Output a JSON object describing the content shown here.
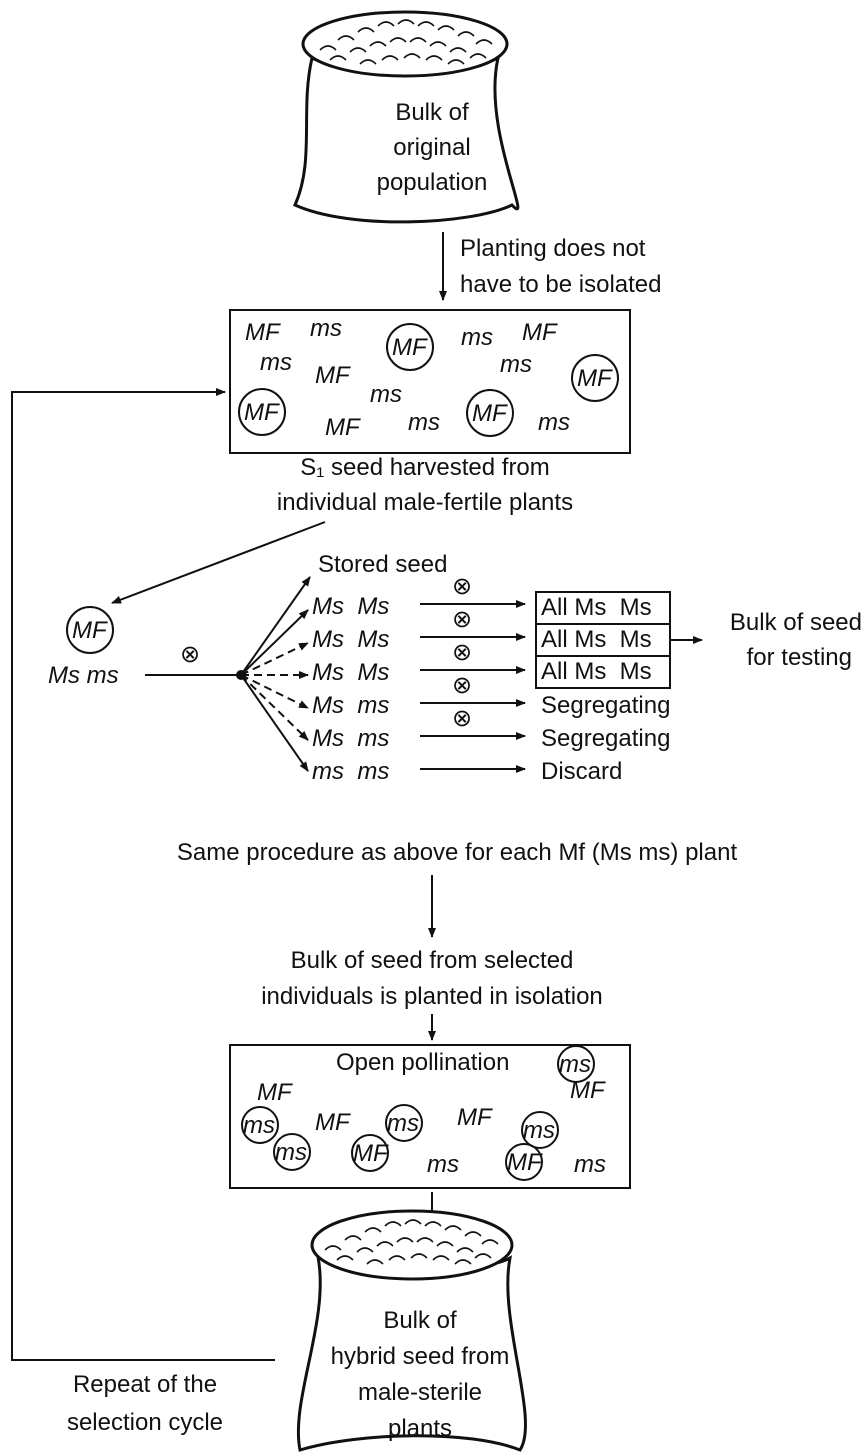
{
  "top_bag": {
    "line1": "Bulk of",
    "line2": "original",
    "line3": "population"
  },
  "planting_note": {
    "line1": "Planting does not",
    "line2": "have to be isolated"
  },
  "field1": {
    "plants": [
      "MF",
      "ms",
      "MF",
      "ms",
      "MF",
      "ms",
      "MF",
      "ms",
      "MF",
      "MF",
      "ms",
      "MF",
      "ms",
      "MF",
      "ms"
    ]
  },
  "s1_note": {
    "line1": "S₁ seed harvested from",
    "line2": "individual male-fertile plants"
  },
  "selfing": {
    "parent_circle": "MF",
    "parent_genotype": "Ms ms",
    "self_symbol": "⊗",
    "stored_seed": "Stored seed",
    "rows": [
      {
        "genotype": "Ms  Ms",
        "result": "All Ms  Ms"
      },
      {
        "genotype": "Ms  Ms",
        "result": "All Ms  Ms"
      },
      {
        "genotype": "Ms  Ms",
        "result": "All Ms  Ms"
      },
      {
        "genotype": "Ms  ms",
        "result": "Segregating"
      },
      {
        "genotype": "Ms  ms",
        "result": "Segregating"
      },
      {
        "genotype": "ms  ms",
        "result": "Discard"
      }
    ],
    "bulk_line1": "Bulk of seed",
    "bulk_line2": "for testing"
  },
  "same_procedure": "Same procedure as above for each Mf (Ms ms) plant",
  "bulk_selected": {
    "line1": "Bulk of seed from selected",
    "line2": "individuals is planted in isolation"
  },
  "field2": {
    "title": "Open pollination",
    "plants": [
      "MF",
      "ms",
      "MF",
      "ms",
      "MF",
      "ms",
      "MF",
      "ms",
      "ms",
      "MF",
      "ms",
      "MF",
      "ms"
    ]
  },
  "bottom_bag": {
    "line1": "Bulk of",
    "line2": "hybrid seed from",
    "line3": "male-sterile",
    "line4": "plants"
  },
  "repeat_note": {
    "line1": "Repeat of the",
    "line2": "selection cycle"
  }
}
